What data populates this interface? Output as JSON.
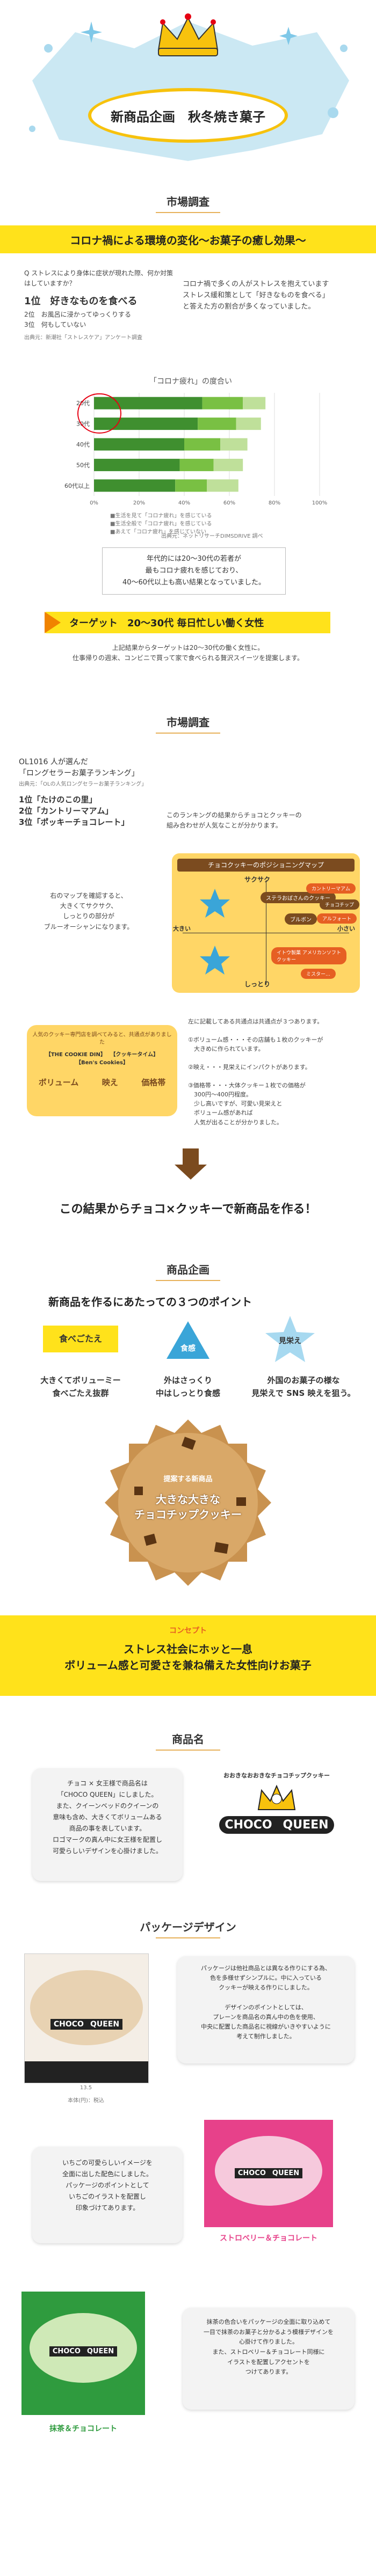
{
  "hero": {
    "title": "新商品企画　秋冬焼き菓子"
  },
  "market1": {
    "section_title": "市場調査",
    "banner": "コロナ禍による環境の変化〜お菓子の癒し効果〜",
    "q_label": "Q ストレスにより身体に症状が現れた際、何か対策はしていますか？",
    "rank1": "1位　好きなものを食べる",
    "rank2": "2位　お風呂に浸かってゆっくりする",
    "rank3": "3位　何もしていない",
    "source1": "出典元：新潮社「ストレスケア」アンケート調査",
    "desc": "コロナ禍で多くの人がストレスを抱えています\nストレス緩和策として「好きなものを食べる」\nと答えた方の割合が多くなっていました。",
    "chart_title": "「コロナ疲れ」の度合い",
    "chart_legend1": "■生活を見て「コロナ疲れ」を感じている",
    "chart_legend2": "■生活全般で「コロナ疲れ」を感じている",
    "chart_legend3": "■あえて「コロナ疲れ」を感じていない",
    "source2": "出典元：ネットリサーチDIMSDRIVE 調べ",
    "conclusion": "年代的には20〜30代の若者が\n最もコロナ疲れを感じており、\n40〜60代以上も高い結果となっていました。",
    "target": "ターゲット　20〜30代 毎日忙しい働く女性",
    "target_desc": "上記結果からターゲットは20〜30代の働く女性に。\n仕事帰りの週末、コンビニで買って家で食べられる贅沢スイーツを提案します。"
  },
  "market2": {
    "section_title": "市場調査",
    "ol_intro": "OL1016 人が選んだ\n「ロングセラーお菓子ランキング」",
    "ol_source": "出典元：「OLの人気ロングセラーお菓子ランキング」",
    "r1": "1位「たけのこの里」",
    "r2": "2位「カントリーマアム」",
    "r3": "3位「ポッキーチョコレート」",
    "rank_desc": "このランキングの結果からチョコとクッキーの\n組み合わせが人気なことが分かります。",
    "map_title": "チョコクッキーのポジショニングマップ",
    "map_top": "サクサク",
    "map_bottom": "しっとり",
    "map_left": "大きい",
    "map_right": "小さい",
    "chip1": "ステラおばさんのクッキー",
    "chip2": "カントリーマアム",
    "chip3": "チョコチップ",
    "chip4": "ブルボン",
    "chip5": "アルフォート",
    "chip6": "イトウ製菓 アメリカンソフトクッキー",
    "chip7": "ミスター…",
    "map_note": "右のマップを確認すると、\n大きくてサクサク、\nしっとりの部分が\nブルーオーシャンになります。",
    "kw_head": "人気のクッキー専門店を調べてみると、共通点がありました",
    "kw_shop1": "【THE COOKIE DIN】",
    "kw_shop2": "【クッキータイム】",
    "kw_shop3": "【Ben's Cookies】",
    "kw_a": "ボリューム",
    "kw_b": "映え",
    "kw_c": "価格帯",
    "kw_desc": "左に記載してある共通点は共通点が３つあります。\n\n①ボリューム感・・・その店舗も１枚のクッキーが\n　大きめに作られています。\n\n②映え・・・見栄えにインパクトがあります。\n\n③価格帯・・・大体クッキー１枚での価格が\n　300円〜400円程度。\n　少し高いですが、可愛い見栄えと\n　ボリューム感があれば\n　人気が出ることが分かりました。",
    "conclusion": "この結果からチョコ×クッキーで新商品を作る！"
  },
  "planning": {
    "section_title": "商品企画",
    "subtitle": "新商品を作るにあたっての３つのポイント",
    "p1_label": "食べごたえ",
    "p2_label": "食感",
    "p3_label": "見栄え",
    "p1_text": "大きくてボリューミー\n食べごたえ抜群",
    "p2_text": "外はさっくり\n中はしっとり食感",
    "p3_text": "外国のお菓子の様な\n見栄えで SNS 映えを狙う。",
    "cookie_small": "提案する新商品",
    "cookie_big": "大きな大きな\nチョコチップクッキー",
    "concept_label": "コンセプト",
    "concept_text": "ストレス社会にホッと一息\nボリューム感と可愛さを兼ね備えた女性向けお菓子"
  },
  "naming": {
    "section_title": "商品名",
    "text": "チョコ × 女王様で商品名は\n「CHOCO QUEEN」にしました。\nまた、クイーンベッドのクイーンの\n意味も含め、大きくてボリュームある\n商品の事を表しています。\nロゴマークの真ん中に女王様を配置し\n可愛らしいデザインを心掛けました。",
    "logo_arc": "おおきなおおきなチョコチップクッキー",
    "logo_text_left": "CHOCO",
    "logo_text_right": "QUEEN"
  },
  "package": {
    "section_title": "パッケージデザイン",
    "pkg_dim": "13.5",
    "pkg_caption": "本体(円)：税込",
    "text1": "パッケージは他社商品とは異なる作りにする為、\n色を多様せずシンプルに。中に入っている\nクッキーが映える作りにしました。\n\nデザインのポイントとしては、\nプレーンを商品名の真ん中の色を使用、\n中央に配置した商品名に視線がいきやすいように\n考えて制作しました。",
    "text2": "いちごの可愛らしいイメージを\n全面に出した配色にしました。\nパッケージのポイントとして\nいちごのイラストを配置し\n印象づけてあります。",
    "caption2": "ストロベリー＆チョコレート",
    "text3": "抹茶の色合いをパッケージの全面に取り込めて\n一目で抹茶のお菓子と分かるよう模様デザインを\n心掛けて作りました。\nまた、ストロベリー＆チョコレート同様に\nイラストを配置しアクセントを\nつけてあります。",
    "caption3": "抹茶＆チョコレート"
  },
  "chart_data": {
    "type": "bar",
    "categories": [
      "20代",
      "30代",
      "40代",
      "50代",
      "60代以上"
    ],
    "series": [
      {
        "name": "生活を見て「コロナ疲れ」を感じている",
        "values": [
          48,
          46,
          40,
          38,
          36
        ]
      },
      {
        "name": "生活全般で「コロナ疲れ」を感じている",
        "values": [
          18,
          17,
          16,
          15,
          14
        ]
      },
      {
        "name": "あえて「コロナ疲れ」を感じていない",
        "values": [
          10,
          11,
          12,
          13,
          14
        ]
      }
    ],
    "title": "「コロナ疲れ」の度合い",
    "xlim": [
      0,
      100
    ],
    "x_ticks": [
      "0%",
      "20%",
      "40%",
      "60%",
      "80%",
      "100%"
    ],
    "orientation": "horizontal",
    "colors": [
      "#3f8f2f",
      "#79c043",
      "#bfe09a"
    ]
  }
}
